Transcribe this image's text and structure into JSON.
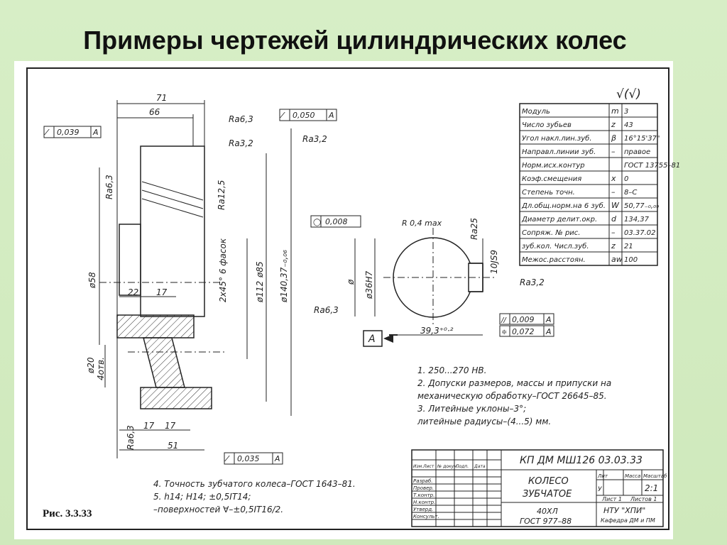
{
  "slide_title": "Примеры чертежей цилиндрических колес",
  "caption": "Рис. 3.3.33",
  "surface_symbol": "√(√)",
  "dims": {
    "d71": "71",
    "d66": "66",
    "ra63_top": "Ra6,3",
    "ra32_top": "Ra3,2",
    "ra32_right": "Ra3,2",
    "tol1_val": "0,039",
    "tol1_ref": "A",
    "tol2_val": "0,050",
    "tol2_ref": "A",
    "ra63_left": "Ra6,3",
    "ra125": "Ra12,5",
    "chamfer": "2x45° 6 фасок",
    "d85": "ø85",
    "d112": "ø112",
    "d140": "ø140,37₋₀,₀₆",
    "d58": "ø58",
    "d22": "22",
    "d17a": "17",
    "ra63_mid": "Ra6,3",
    "d20": "ø20",
    "holes": "4отв.",
    "d17b": "17",
    "d17c": "17",
    "ra63_bot": "Ra6,3",
    "d51": "51",
    "tol3_val": "0,035",
    "tol3_ref": "A",
    "cyl_val": "0,008",
    "cyl_sym": "◯",
    "r04": "R 0,4 max",
    "ra25": "Ra25",
    "bore_diam": "ø",
    "d36": "ø36H7",
    "keyway": "10JS9",
    "ra32_key": "Ra3,2",
    "par_sym": "//",
    "par_val": "0,009",
    "par_ref": "A",
    "sym_sym": "≑",
    "sym_val": "0,072",
    "sym_ref": "A",
    "datum": "A",
    "d393": "39,3⁺⁰·²"
  },
  "gear_table": [
    [
      "Модуль",
      "m",
      "3"
    ],
    [
      "Число зубьев",
      "z",
      "43"
    ],
    [
      "Угол накл.лин.зуб.",
      "β",
      "16°15'37\""
    ],
    [
      "Направл.линии зуб.",
      "–",
      "правое"
    ],
    [
      "Норм.исх.контур",
      "",
      "ГОСТ 13755–81"
    ],
    [
      "Коэф.смещения",
      "x",
      "0"
    ],
    [
      "Степень точн.",
      "–",
      "8–С"
    ],
    [
      "Дл.общ.норм.на 6 зуб.",
      "W",
      "50,77₋₀,₀₉"
    ],
    [
      "Диаметр делит.окр.",
      "d",
      "134,37"
    ],
    [
      "Сопряж. № рис.",
      "–",
      "03.37.02"
    ],
    [
      "зуб.кол. Числ.зуб.",
      "z",
      "21"
    ],
    [
      "Межос.расстоян.",
      "aw",
      "100"
    ]
  ],
  "notes": [
    "1.  250...270 HB.",
    "2.  Допуски размеров, массы и припуски на",
    "     механическую обработку–ГОСТ 26645–85.",
    "3.  Литейные уклоны–3°;",
    "     литейные радиусы–(4...5) мм."
  ],
  "notes_bottom": [
    "4.  Точность зубчатого колеса–ГОСТ 1643–81.",
    "5.  h14; H14; ±0,5IT14;",
    "    –поверхностей ∀–±0,5IT16/2."
  ],
  "title_block": {
    "doc_number": "КП ДМ МШ126 03.03.33",
    "name_line1": "КОЛЕСО",
    "name_line2": "ЗУБЧАТОЕ",
    "material1": "40ХЛ",
    "material2": "ГОСТ 977–88",
    "org1": "НТУ \"ХПИ\"",
    "org2": "Кафедра ДМ и ПМ",
    "lit": "Лит",
    "mass": "Масса",
    "scale_label": "Масштаб",
    "scale": "2:1",
    "sheet": "Лист 1",
    "sheets": "Листов 1",
    "y_mark": "У",
    "roles": [
      "Изм.Лист",
      "№ докум.",
      "Подп.",
      "Дата",
      "Разраб.",
      "Провер.",
      "Т.контр.",
      "Н.контр.",
      "Утверд.",
      "Консульт."
    ]
  }
}
